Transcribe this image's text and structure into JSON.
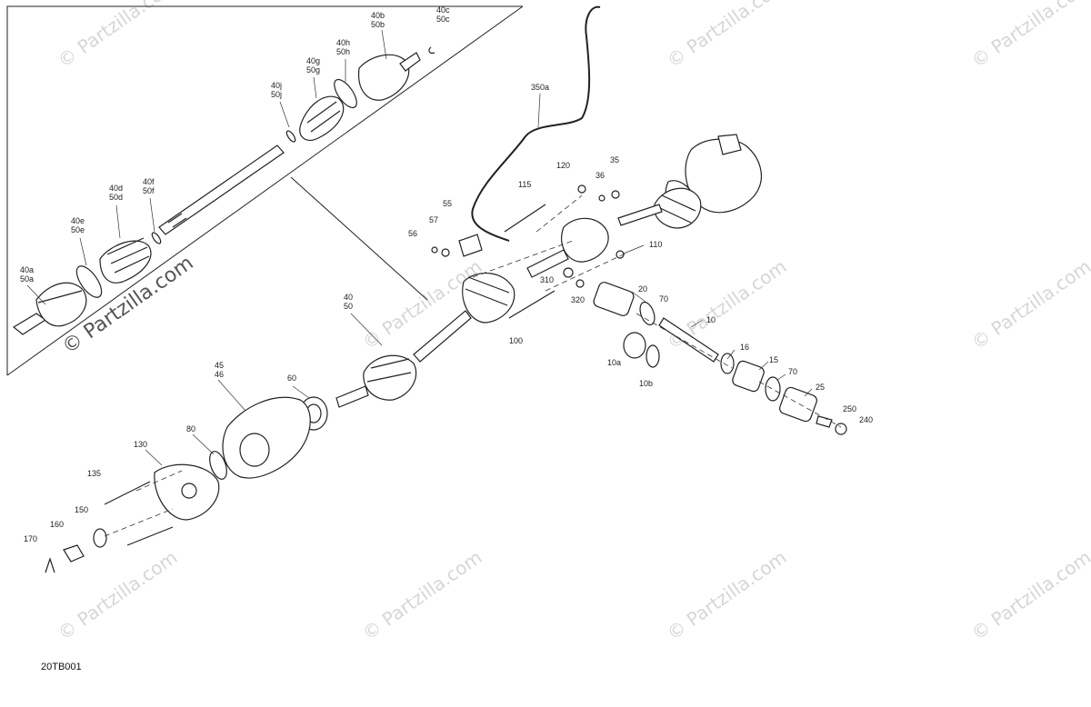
{
  "diagram_code": "20TB001",
  "inset_watermark": "© Partzilla.com",
  "watermark": "© Partzilla.com",
  "callouts": [
    {
      "id": "c40bc",
      "lines": [
        "40b",
        "50b"
      ]
    },
    {
      "id": "c40c",
      "lines": [
        "40c",
        "50c"
      ]
    },
    {
      "id": "c40h",
      "lines": [
        "40h",
        "50h"
      ]
    },
    {
      "id": "c40g",
      "lines": [
        "40g",
        "50g"
      ]
    },
    {
      "id": "c40j",
      "lines": [
        "40j",
        "50j"
      ]
    },
    {
      "id": "c40d",
      "lines": [
        "40d",
        "50d"
      ]
    },
    {
      "id": "c40f",
      "lines": [
        "40f",
        "50f"
      ]
    },
    {
      "id": "c40e",
      "lines": [
        "40e",
        "50e"
      ]
    },
    {
      "id": "c40a",
      "lines": [
        "40a",
        "50a"
      ]
    },
    {
      "id": "c350a",
      "lines": [
        "350a"
      ]
    },
    {
      "id": "c120",
      "lines": [
        "120"
      ]
    },
    {
      "id": "c36",
      "lines": [
        "36"
      ]
    },
    {
      "id": "c35",
      "lines": [
        "35"
      ]
    },
    {
      "id": "c115",
      "lines": [
        "115"
      ]
    },
    {
      "id": "c55",
      "lines": [
        "55"
      ]
    },
    {
      "id": "c57",
      "lines": [
        "57"
      ]
    },
    {
      "id": "c56",
      "lines": [
        "56"
      ]
    },
    {
      "id": "c110",
      "lines": [
        "110"
      ]
    },
    {
      "id": "c310",
      "lines": [
        "310"
      ]
    },
    {
      "id": "c320",
      "lines": [
        "320"
      ]
    },
    {
      "id": "c20",
      "lines": [
        "20"
      ]
    },
    {
      "id": "c70a",
      "lines": [
        "70"
      ]
    },
    {
      "id": "c10",
      "lines": [
        "10"
      ]
    },
    {
      "id": "c40",
      "lines": [
        "40",
        "50"
      ]
    },
    {
      "id": "c100",
      "lines": [
        "100"
      ]
    },
    {
      "id": "c16",
      "lines": [
        "16"
      ]
    },
    {
      "id": "c15",
      "lines": [
        "15"
      ]
    },
    {
      "id": "c70b",
      "lines": [
        "70"
      ]
    },
    {
      "id": "c10a",
      "lines": [
        "10a"
      ]
    },
    {
      "id": "c10b",
      "lines": [
        "10b"
      ]
    },
    {
      "id": "c25",
      "lines": [
        "25"
      ]
    },
    {
      "id": "c250",
      "lines": [
        "250"
      ]
    },
    {
      "id": "c240",
      "lines": [
        "240"
      ]
    },
    {
      "id": "c45",
      "lines": [
        "45",
        "46"
      ]
    },
    {
      "id": "c60",
      "lines": [
        "60"
      ]
    },
    {
      "id": "c80",
      "lines": [
        "80"
      ]
    },
    {
      "id": "c130",
      "lines": [
        "130"
      ]
    },
    {
      "id": "c135",
      "lines": [
        "135"
      ]
    },
    {
      "id": "c150",
      "lines": [
        "150"
      ]
    },
    {
      "id": "c160",
      "lines": [
        "160"
      ]
    },
    {
      "id": "c170",
      "lines": [
        "170"
      ]
    }
  ]
}
